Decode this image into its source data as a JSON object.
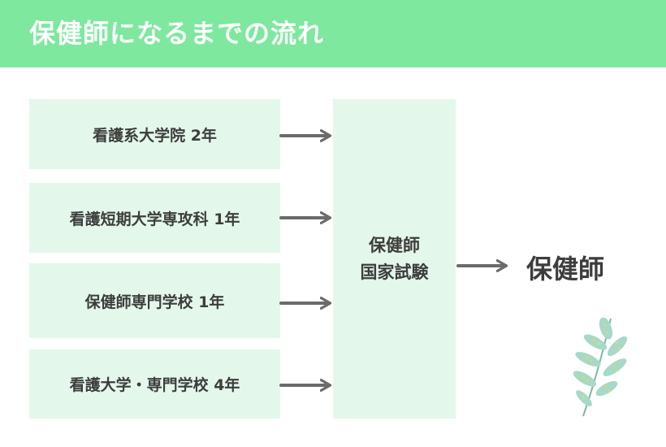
{
  "title": "保健師になるまでの流れ",
  "routes": [
    {
      "label": "看護系大学院 2年"
    },
    {
      "label": "看護短期大学専攻科 1年"
    },
    {
      "label": "保健師専門学校 1年"
    },
    {
      "label": "看護大学・専門学校 4年"
    }
  ],
  "exam": {
    "line1": "保健師",
    "line2": "国家試験"
  },
  "result": "保健師",
  "colors": {
    "header": "#7ee89f",
    "box_fill": "#e3f8ea",
    "arrow": "#6b6b6b",
    "text": "#3d3d3d",
    "leaf": "#a6d9c6",
    "leaf_dots": "#e3d86a",
    "stem": "#7fb8a4"
  },
  "decoration": "leaf-branch-icon"
}
